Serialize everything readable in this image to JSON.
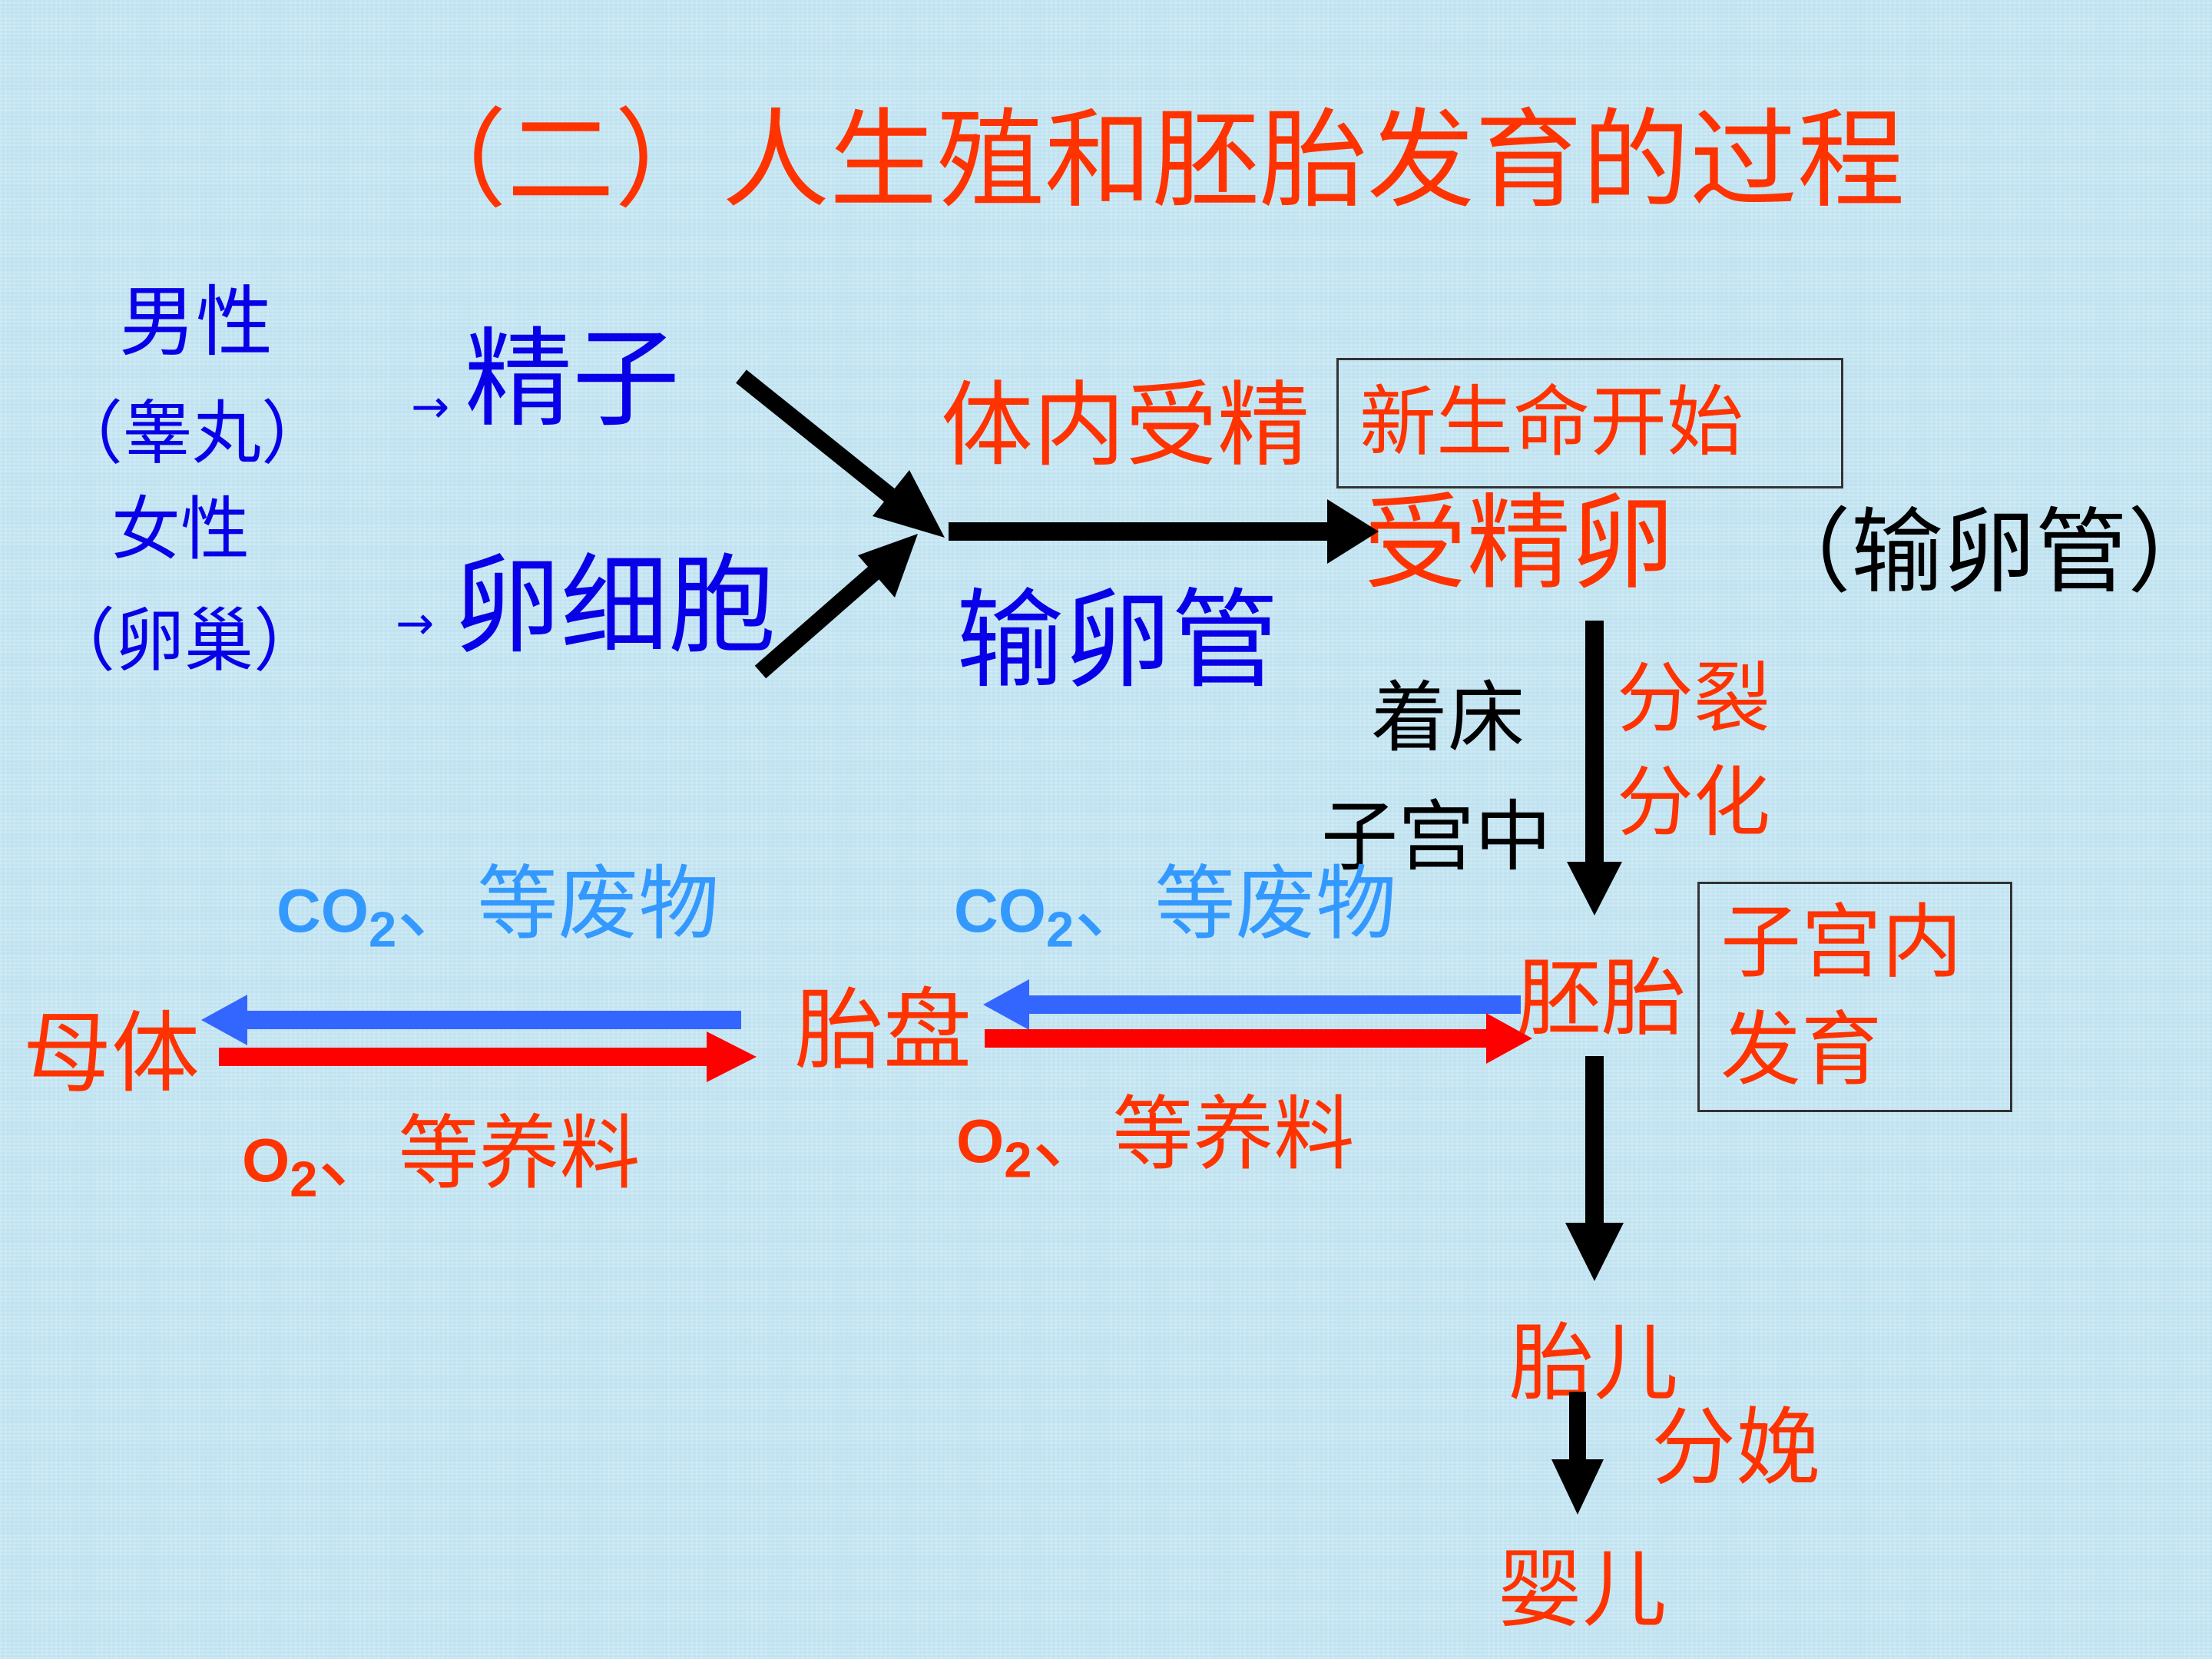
{
  "title": "（二）人生殖和胚胎发育的过程",
  "left": {
    "male": "男性",
    "testis": "（睾丸）",
    "female": "女性",
    "ovary": "（卵巢）",
    "sperm_arrow": "→",
    "sperm": "精子",
    "egg_arrow": "→",
    "egg": "卵细胞"
  },
  "fertilization": {
    "label": "体内受精",
    "box": "新生命开始",
    "place": "输卵管",
    "zygote": "受精卵",
    "zygote_place": "（输卵管）"
  },
  "development": {
    "implant": "着床",
    "uterus": "子宫中",
    "divide": "分裂",
    "differentiate": "分化",
    "embryo": "胚胎",
    "box_line1": "子宫内",
    "box_line2": "发育",
    "fetus": "胎儿",
    "birth": "分娩",
    "baby": "婴儿"
  },
  "exchange": {
    "mother": "母体",
    "placenta": "胎盘",
    "waste_left_chem": "CO",
    "waste_left_sub": "2",
    "waste_left_text": "、等废物",
    "waste_right_chem": "CO",
    "waste_right_sub": "2",
    "waste_right_text": "、等废物",
    "nutrient_left_chem": "O",
    "nutrient_left_sub": "2",
    "nutrient_left_text": "、等养料",
    "nutrient_right_chem": "O",
    "nutrient_right_sub": "2",
    "nutrient_right_text": "、等养料"
  },
  "colors": {
    "red": "#ff3300",
    "blue": "#0a00e8",
    "light_blue": "#3399ff",
    "arrow_blue": "#3366ff",
    "arrow_red": "#ff0000",
    "black": "#000000"
  }
}
